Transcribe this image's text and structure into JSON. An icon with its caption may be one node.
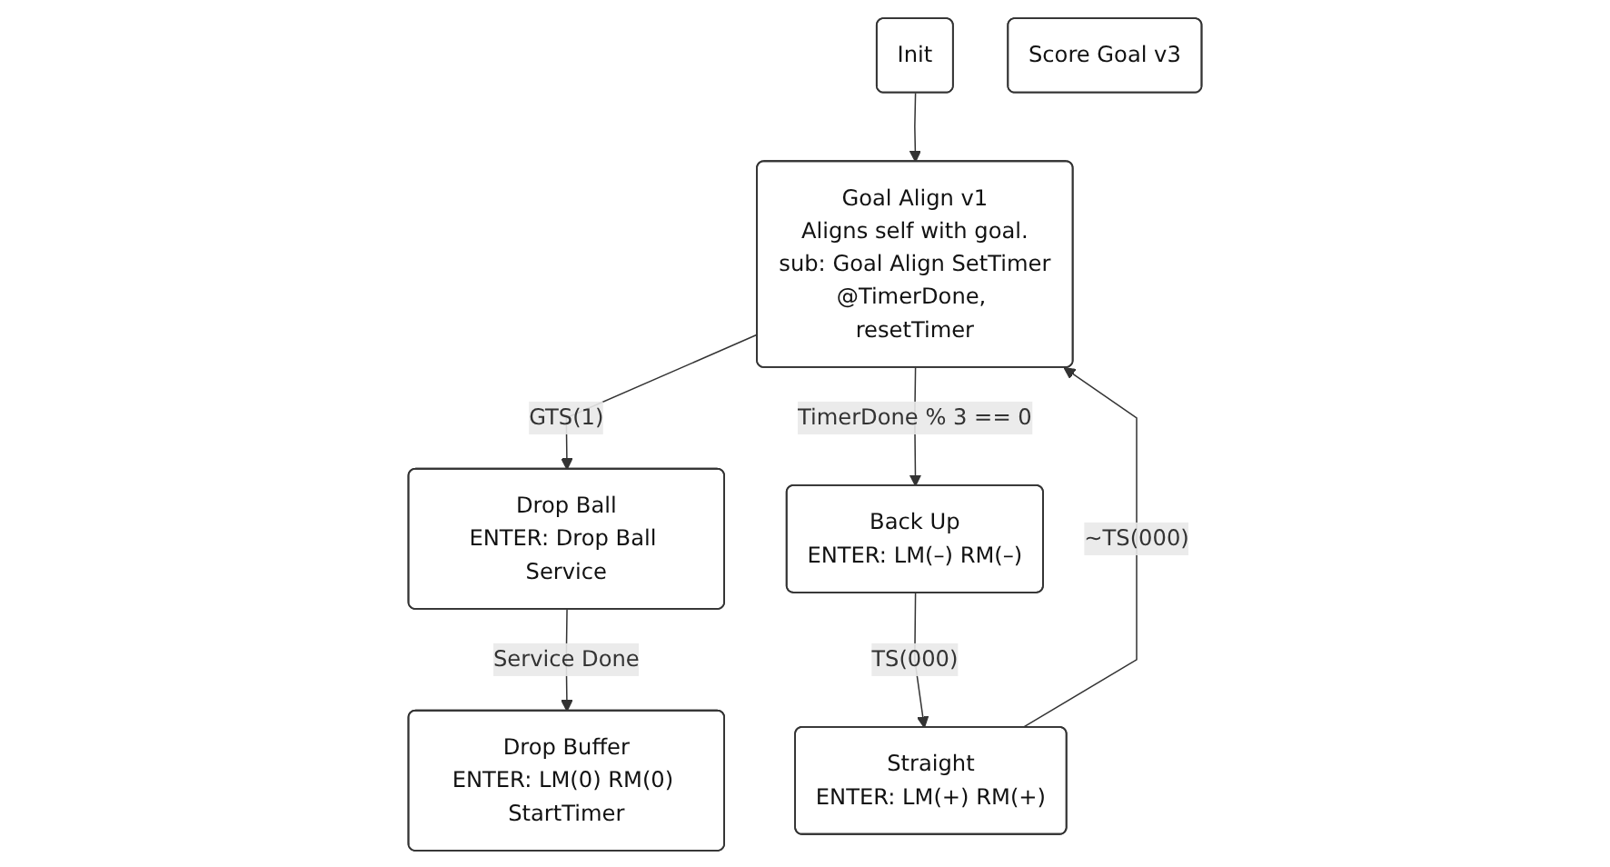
{
  "diagram": {
    "nodes": [
      {
        "text": [
          "Init"
        ]
      },
      {
        "text": [
          "Score Goal v3"
        ]
      },
      {
        "text": [
          "Straight",
          "ENTER: LM(+) RM(+)"
        ]
      },
      {
        "text": [
          "Goal Align v1",
          "Aligns self with goal.",
          "sub: Goal Align SetTimer",
          "@TimerDone, resetTimer"
        ]
      },
      {
        "text": [
          "Drop Ball",
          "ENTER: Drop Ball Service"
        ]
      },
      {
        "text": [
          "Back Up",
          "ENTER: LM(–) RM(–)"
        ]
      },
      {
        "text": [
          "Drop Buffer",
          "ENTER: LM(0) RM(0) StartTimer"
        ]
      }
    ],
    "edges": [
      {
        "from": 0,
        "to": 3,
        "arrow": "to"
      },
      {
        "from": 2,
        "to": 3,
        "label": "~TS(000)",
        "arrow": "to"
      },
      {
        "from": 3,
        "to": 4,
        "label": "GTS(1)",
        "arrow": "to"
      },
      {
        "from": 3,
        "to": 5,
        "label": "TimerDone % 3 == 0",
        "arrow": "to"
      },
      {
        "from": 4,
        "to": 6,
        "label": "Service Done",
        "arrow": "to"
      },
      {
        "from": 5,
        "to": 2,
        "label": "TS(000)",
        "arrow": "to"
      }
    ]
  }
}
